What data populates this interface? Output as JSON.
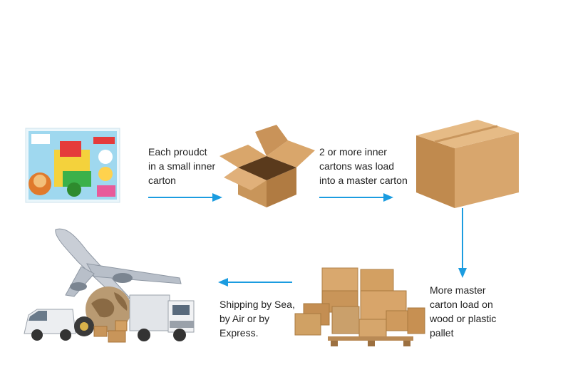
{
  "steps": {
    "step1": {
      "lines": [
        "Each proudct",
        "in a small inner",
        "carton"
      ]
    },
    "step2": {
      "lines": [
        "2 or more inner",
        "cartons was load",
        "into a master carton"
      ]
    },
    "step3": {
      "lines": [
        "More master",
        "carton load on",
        "wood or plastic",
        "pallet"
      ]
    },
    "step4": {
      "lines": [
        "Shipping by Sea,",
        "by Air or by",
        "Express."
      ]
    }
  },
  "images": {
    "product_box": "toy-product-box",
    "open_carton": "open-inner-carton",
    "master_carton": "closed-master-carton",
    "pallet": "cartons-on-wooden-pallet",
    "transport": "airplane-globe-truck-van"
  },
  "colors": {
    "arrow": "#1b9ce0",
    "carton": "#c8955a",
    "carton_dark": "#a87438",
    "text": "#222222"
  }
}
